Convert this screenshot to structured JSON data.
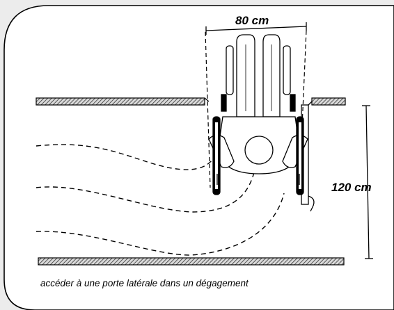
{
  "dimensions": {
    "width_label": "80 cm",
    "depth_label": "120 cm"
  },
  "caption": "accéder à une porte  latérale dans un dégagement",
  "colors": {
    "background": "#ececec",
    "panel": "#ffffff",
    "ink": "#000000",
    "wall_hatch": "#555555"
  }
}
